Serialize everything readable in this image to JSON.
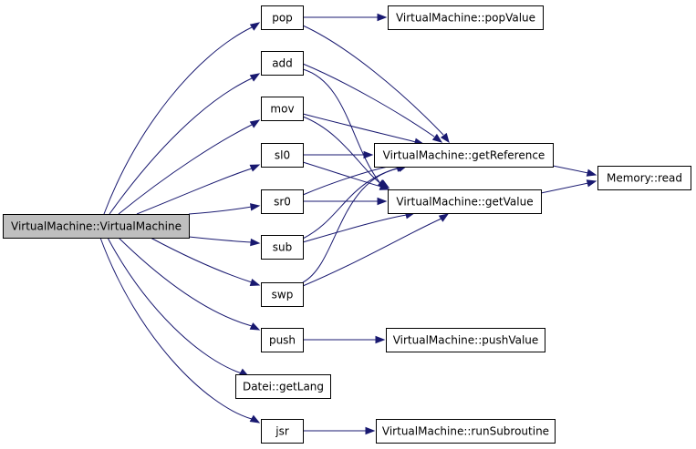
{
  "diagram": {
    "edge_color": "#191970",
    "root_fill": "#bfbfbf",
    "nodes": [
      {
        "id": "vm",
        "label": "VirtualMachine::VirtualMachine",
        "root": true
      },
      {
        "id": "pop",
        "label": "pop"
      },
      {
        "id": "add",
        "label": "add"
      },
      {
        "id": "mov",
        "label": "mov"
      },
      {
        "id": "sl0",
        "label": "sl0"
      },
      {
        "id": "sr0",
        "label": "sr0"
      },
      {
        "id": "sub",
        "label": "sub"
      },
      {
        "id": "swp",
        "label": "swp"
      },
      {
        "id": "push",
        "label": "push"
      },
      {
        "id": "getlang",
        "label": "Datei::getLang"
      },
      {
        "id": "jsr",
        "label": "jsr"
      },
      {
        "id": "popvalue",
        "label": "VirtualMachine::popValue"
      },
      {
        "id": "getref",
        "label": "VirtualMachine::getReference"
      },
      {
        "id": "getvalue",
        "label": "VirtualMachine::getValue"
      },
      {
        "id": "memread",
        "label": "Memory::read"
      },
      {
        "id": "pushvalue",
        "label": "VirtualMachine::pushValue"
      },
      {
        "id": "runsub",
        "label": "VirtualMachine::runSubroutine"
      }
    ],
    "edges": [
      {
        "from": "vm",
        "to": "pop"
      },
      {
        "from": "vm",
        "to": "add"
      },
      {
        "from": "vm",
        "to": "mov"
      },
      {
        "from": "vm",
        "to": "sl0"
      },
      {
        "from": "vm",
        "to": "sr0"
      },
      {
        "from": "vm",
        "to": "sub"
      },
      {
        "from": "vm",
        "to": "swp"
      },
      {
        "from": "vm",
        "to": "push"
      },
      {
        "from": "vm",
        "to": "getlang"
      },
      {
        "from": "vm",
        "to": "jsr"
      },
      {
        "from": "pop",
        "to": "popvalue"
      },
      {
        "from": "pop",
        "to": "getref"
      },
      {
        "from": "add",
        "to": "getref"
      },
      {
        "from": "add",
        "to": "getvalue"
      },
      {
        "from": "mov",
        "to": "getref"
      },
      {
        "from": "mov",
        "to": "getvalue"
      },
      {
        "from": "sl0",
        "to": "getref"
      },
      {
        "from": "sl0",
        "to": "getvalue"
      },
      {
        "from": "sr0",
        "to": "getref"
      },
      {
        "from": "sr0",
        "to": "getvalue"
      },
      {
        "from": "sub",
        "to": "getref"
      },
      {
        "from": "sub",
        "to": "getvalue"
      },
      {
        "from": "swp",
        "to": "getref"
      },
      {
        "from": "swp",
        "to": "getvalue"
      },
      {
        "from": "push",
        "to": "pushvalue"
      },
      {
        "from": "jsr",
        "to": "runsub"
      },
      {
        "from": "getref",
        "to": "memread"
      },
      {
        "from": "getvalue",
        "to": "memread"
      }
    ]
  }
}
